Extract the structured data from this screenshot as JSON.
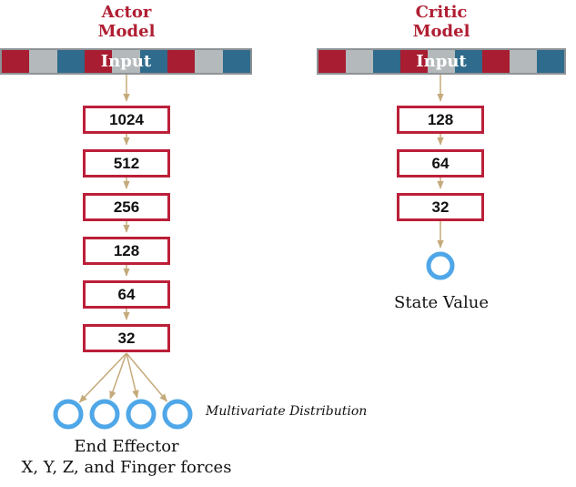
{
  "palette": {
    "title_crimson": "#B01E32",
    "box_border_crimson": "#BC1F39",
    "segment_red": "#A81D31",
    "segment_gray": "#B4B9BC",
    "segment_teal": "#2F6B8C",
    "bar_border_gray": "#8D9296",
    "arrow_tan": "#C5AA7B",
    "node_blue": "#4FA7E8",
    "text_black": "#111111"
  },
  "actor": {
    "title_line1": "Actor",
    "title_line2": "Model",
    "input_label": "Input",
    "input_segment_pattern": [
      "red",
      "gray",
      "teal",
      "red",
      "gray",
      "teal",
      "red",
      "gray",
      "teal"
    ],
    "layers": [
      "1024",
      "512",
      "256",
      "128",
      "64",
      "32"
    ],
    "output_node_count": 4,
    "distribution_note": "Multivariate Distribution",
    "output_caption_line1": "End Effector",
    "output_caption_line2": "X, Y, Z, and Finger forces"
  },
  "critic": {
    "title_line1": "Critic",
    "title_line2": "Model",
    "input_label": "Input",
    "input_segment_pattern": [
      "red",
      "gray",
      "teal",
      "red",
      "gray",
      "teal",
      "red",
      "gray",
      "teal"
    ],
    "layers": [
      "128",
      "64",
      "32"
    ],
    "output_node_count": 1,
    "output_caption": "State Value"
  }
}
